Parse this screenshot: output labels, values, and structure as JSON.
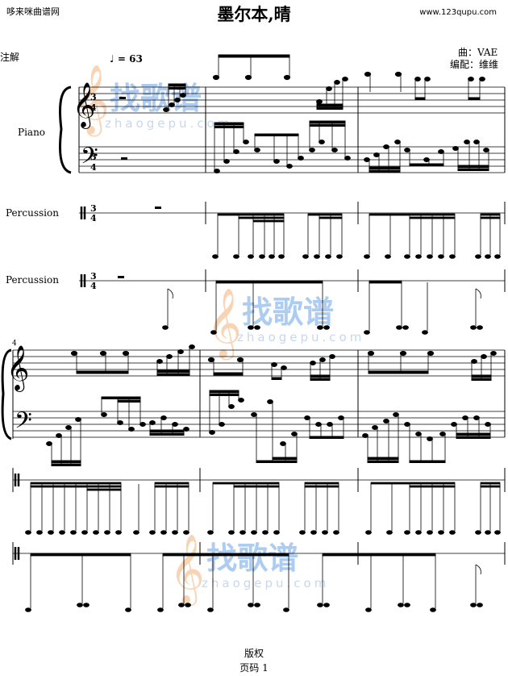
{
  "header": {
    "site_name": "哆来咪曲谱网",
    "site_url": "www.123qupu.com",
    "title": "墨尔本,晴",
    "annotation_label": "注解",
    "composer": "曲：VAE",
    "arranger": "编配：维维",
    "tempo": "= 63"
  },
  "score": {
    "instruments": [
      "Piano",
      "Percussion",
      "Percussion"
    ],
    "time_signature": "3/4",
    "second_system_measure_number": "4"
  },
  "watermark": {
    "brand": "找歌谱",
    "domain": "zhaogepu.com",
    "brand_color": "#6aa3e8",
    "clef_color": "#f3b27a"
  },
  "footer": {
    "copyright": "版权",
    "page": "页码 1"
  }
}
